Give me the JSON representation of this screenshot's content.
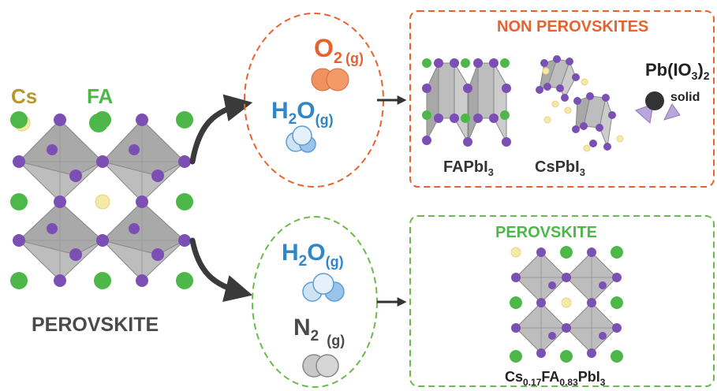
{
  "legend": {
    "cs_label": "Cs",
    "fa_label": "FA"
  },
  "left_title": "PEROVSKITE",
  "top_gases": {
    "o2": {
      "main": "O",
      "sub": "2",
      "phase": "(g)"
    },
    "h2o": {
      "main": "H",
      "sub": "2",
      "tail": "O",
      "phase": "(g)"
    }
  },
  "bottom_gases": {
    "h2o": {
      "main": "H",
      "sub": "2",
      "tail": "O",
      "phase": "(g)"
    },
    "n2": {
      "main": "N",
      "sub": "2",
      "phase": "(g)"
    }
  },
  "non_perovskites": {
    "title": "NON PEROVSKITES",
    "fapbi3": {
      "main": "FAPbI",
      "sub": "3"
    },
    "cspbi3": {
      "main": "CsPbI",
      "sub": "3"
    },
    "pbio3": {
      "main": "Pb(IO",
      "sub1": "3",
      "mid": ")",
      "sub2": "2",
      "note": "solid"
    }
  },
  "perovskite_box": {
    "title": "PEROVSKITE",
    "formula": {
      "p1": "Cs",
      "s1": "0.17",
      "p2": "FA",
      "s2": "0.83",
      "p3": "PbI",
      "s3": "3"
    }
  },
  "colors": {
    "cs": "#f6e9a6",
    "fa": "#4db849",
    "iodide": "#7b4fb3",
    "octahedron": "#bdbdbd",
    "orange": "#e8622f",
    "blue": "#2f86c8",
    "green_dash": "#6abb49",
    "gray_text": "#4a4a4a",
    "arrow": "#3a3a3a"
  }
}
